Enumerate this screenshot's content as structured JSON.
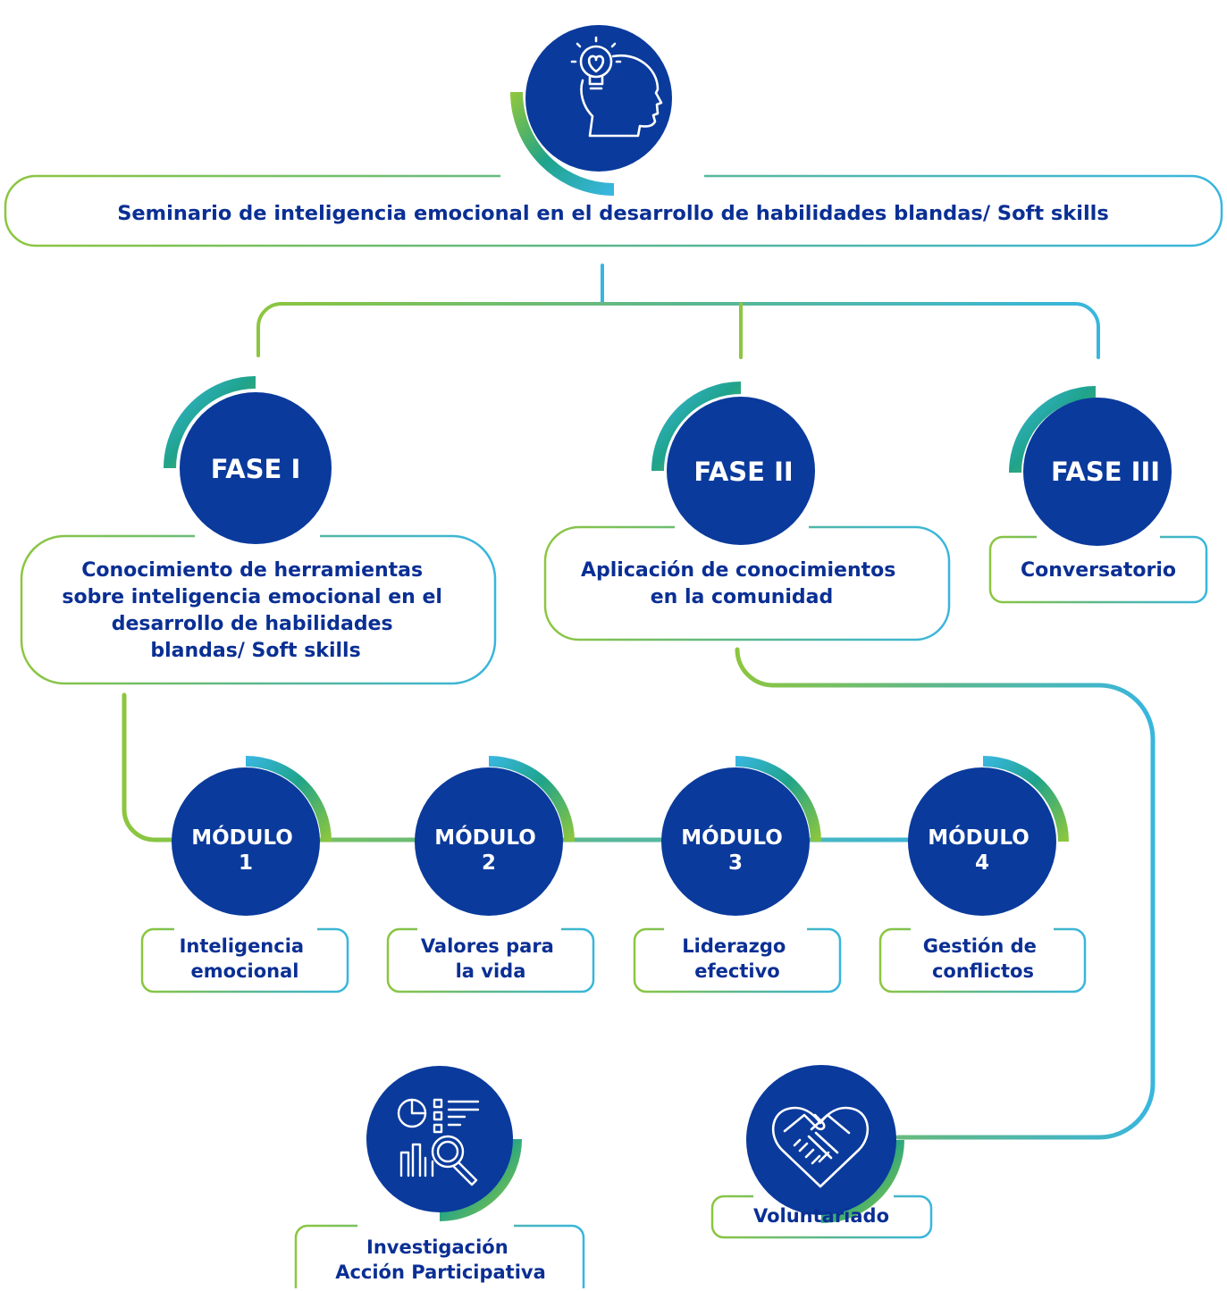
{
  "colors": {
    "navy": "#0A3A9C",
    "text_blue": "#0A2F94",
    "green": "#8CC63F",
    "teal": "#1FA38A",
    "cyan": "#38B6DE",
    "blue": "#1A6FBF",
    "white": "#FFFFFF"
  },
  "icons": {
    "top": "head-lightbulb-heart-icon",
    "research": "chart-magnifier-icon",
    "volunteer": "heart-handshake-icon"
  },
  "title": "Seminario de inteligencia emocional en el desarrollo de habilidades blandas/ Soft skills",
  "phases": [
    {
      "label": "FASE I",
      "description": [
        "Conocimiento de herramientas",
        "sobre inteligencia emocional en el",
        "desarrollo de habilidades",
        "blandas/ Soft skills"
      ]
    },
    {
      "label": "FASE II",
      "description": [
        "Aplicación de conocimientos",
        "en la comunidad"
      ]
    },
    {
      "label": "FASE III",
      "description": [
        "Conversatorio"
      ]
    }
  ],
  "modules": [
    {
      "label": [
        "MÓDULO",
        "1"
      ],
      "topic": [
        "Inteligencia",
        "emocional"
      ]
    },
    {
      "label": [
        "MÓDULO",
        "2"
      ],
      "topic": [
        "Valores para",
        "la vida"
      ]
    },
    {
      "label": [
        "MÓDULO",
        "3"
      ],
      "topic": [
        "Liderazgo",
        "efectivo"
      ]
    },
    {
      "label": [
        "MÓDULO",
        "4"
      ],
      "topic": [
        "Gestión de",
        "conflictos"
      ]
    }
  ],
  "outcomes": [
    {
      "label": [
        "Investigación",
        "Acción Participativa"
      ]
    },
    {
      "label": [
        "Voluntariado"
      ]
    }
  ]
}
